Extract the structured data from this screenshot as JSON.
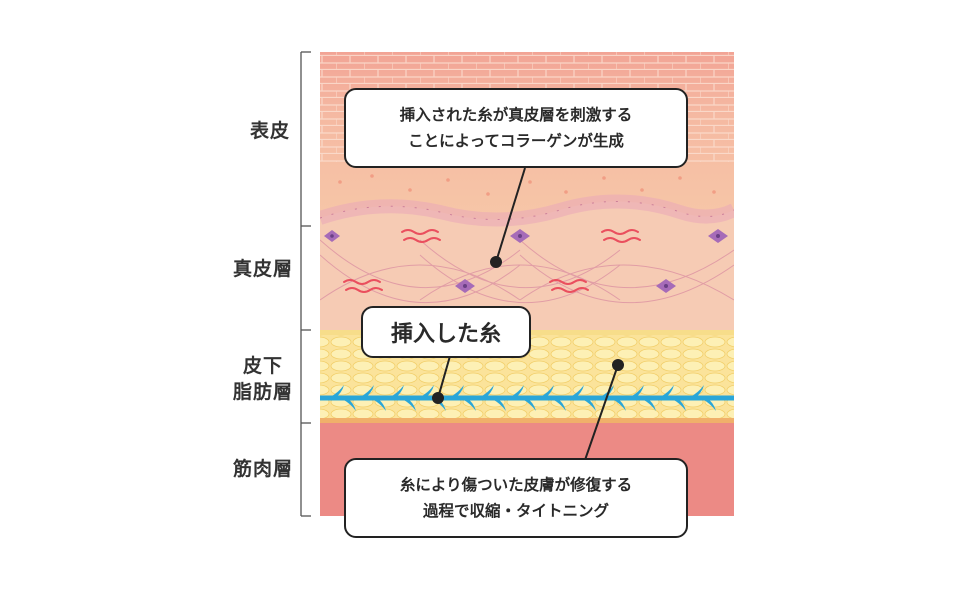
{
  "layers": {
    "epidermis": "表皮",
    "dermis": "真皮層",
    "subcutaneous_line1": "皮下",
    "subcutaneous_line2": "脂肪層",
    "muscle": "筋肉層"
  },
  "callouts": {
    "top_line1": "挿入された糸が真皮層を刺激する",
    "top_line2": "ことによってコラーゲンが生成",
    "thread_label": "挿入した糸",
    "bottom_line1": "糸により傷ついた皮膚が修復する",
    "bottom_line2": "過程で収縮・タイトニング"
  },
  "colors": {
    "epidermis_top": "#f3a99a",
    "epidermis_bottom": "#f6c6a6",
    "dermis": "#f6cdb6",
    "fat": "#fbe7a1",
    "fat_cell": "#fdf1b8",
    "thread": "#2aa6d8",
    "muscle": "#ec8b86",
    "melanocyte": "#a66bb8",
    "collagen": "#ea4f5e"
  }
}
